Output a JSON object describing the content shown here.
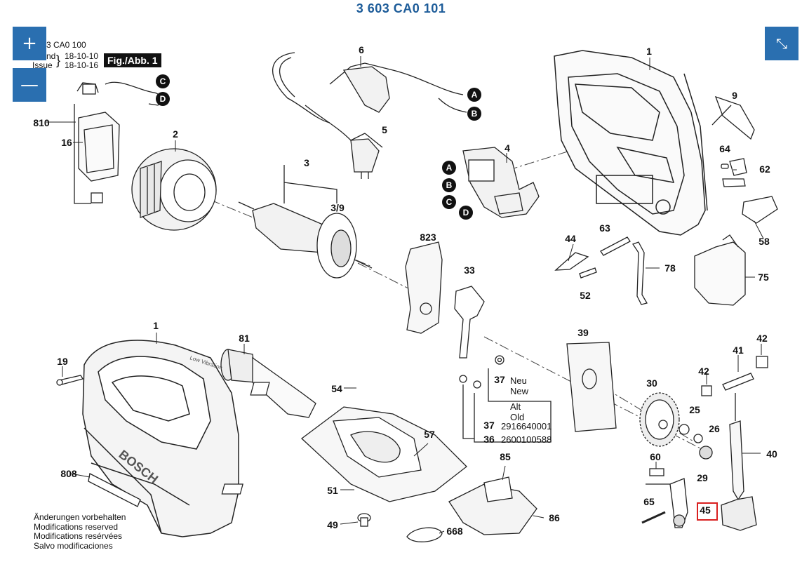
{
  "title": "3 603 CA0 101",
  "controls": {
    "zoom_in": "+",
    "zoom_out": "—",
    "collapse": "⤡"
  },
  "meta": {
    "model_partial": "3 CA0 100",
    "stand_label": "nd",
    "stand_date": "18-10-10",
    "issue_label": "Issue",
    "issue_date": "18-10-16",
    "brace": "}"
  },
  "figure_label": "Fig./Abb. 1",
  "parts": {
    "p1_top": "1",
    "p1_bottom": "1",
    "p2": "2",
    "p3": "3",
    "p3_9": "3/9",
    "p4": "4",
    "p5": "5",
    "p6": "6",
    "p9": "9",
    "p16": "16",
    "p19": "19",
    "p25": "25",
    "p26": "26",
    "p29": "29",
    "p30": "30",
    "p33": "33",
    "p36": "36",
    "p37_a": "37",
    "p37_b": "37",
    "p39": "39",
    "p40": "40",
    "p41": "41",
    "p42_a": "42",
    "p42_b": "42",
    "p44": "44",
    "p45": "45",
    "p49": "49",
    "p51": "51",
    "p52": "52",
    "p54": "54",
    "p57": "57",
    "p58": "58",
    "p60": "60",
    "p62": "62",
    "p63": "63",
    "p64": "64",
    "p65": "65",
    "p75": "75",
    "p78": "78",
    "p81": "81",
    "p85": "85",
    "p86": "86",
    "p668": "668",
    "p808": "808",
    "p810": "810",
    "p823": "823"
  },
  "connectors": {
    "a_cable": "A",
    "b_cable": "B",
    "c_top": "C",
    "d_top": "D",
    "a_switch": "A",
    "b_switch": "B",
    "c_switch": "C",
    "d_switch": "D"
  },
  "legend": {
    "neu": "Neu",
    "new": "New",
    "alt": "Alt",
    "old": "Old",
    "code_37": "2916640001",
    "code_36": "2600100588"
  },
  "housing_text": {
    "brand": "BOSCH",
    "feature": "Low Vibration"
  },
  "notes": [
    "Änderungen vorbehalten",
    "Modifications reserved",
    "Modifications resérvées",
    "Salvo modificaciones"
  ]
}
